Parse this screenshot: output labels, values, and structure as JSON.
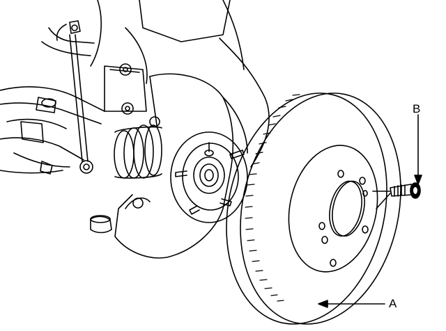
{
  "diagram": {
    "callouts": {
      "a": "A",
      "b": "B"
    },
    "parts": [
      "brake-disc",
      "disc-retaining-screw",
      "wheel-hub",
      "steering-knuckle",
      "stabilizer-link",
      "drive-shaft-boot",
      "suspension-arm"
    ],
    "line_color": "#000000",
    "background_color": "#ffffff"
  }
}
